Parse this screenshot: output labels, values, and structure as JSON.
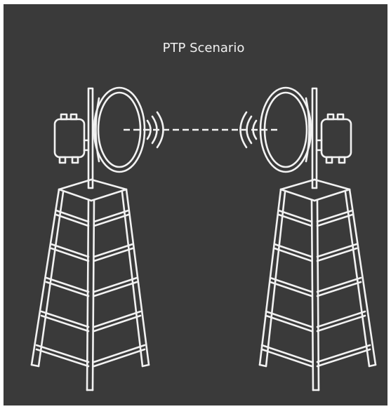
{
  "diagram": {
    "title": "PTP Scenario",
    "background_color": "#3a3a3a",
    "line_color": "#f2f2f2",
    "elements": [
      {
        "name": "left-tower",
        "icon": "lattice-tower-icon"
      },
      {
        "name": "left-radio-unit",
        "icon": "radio-unit-icon"
      },
      {
        "name": "left-dish-antenna",
        "icon": "dish-antenna-icon"
      },
      {
        "name": "left-signal-waves",
        "icon": "signal-waves-icon"
      },
      {
        "name": "point-to-point-link",
        "icon": "dashed-link-icon"
      },
      {
        "name": "right-signal-waves",
        "icon": "signal-waves-icon"
      },
      {
        "name": "right-dish-antenna",
        "icon": "dish-antenna-icon"
      },
      {
        "name": "right-radio-unit",
        "icon": "radio-unit-icon"
      },
      {
        "name": "right-tower",
        "icon": "lattice-tower-icon"
      }
    ]
  }
}
